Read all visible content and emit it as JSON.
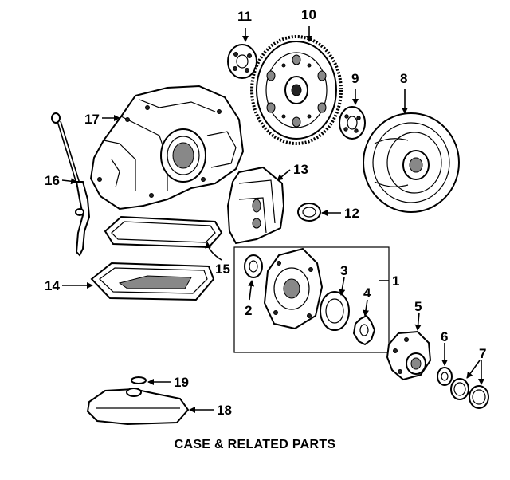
{
  "caption": "CASE & RELATED PARTS",
  "callouts": {
    "c1": "1",
    "c2": "2",
    "c3": "3",
    "c4": "4",
    "c5": "5",
    "c6": "6",
    "c7": "7",
    "c8": "8",
    "c9": "9",
    "c10": "10",
    "c11": "11",
    "c12": "12",
    "c13": "13",
    "c14": "14",
    "c15": "15",
    "c16": "16",
    "c17": "17",
    "c18": "18",
    "c19": "19"
  }
}
